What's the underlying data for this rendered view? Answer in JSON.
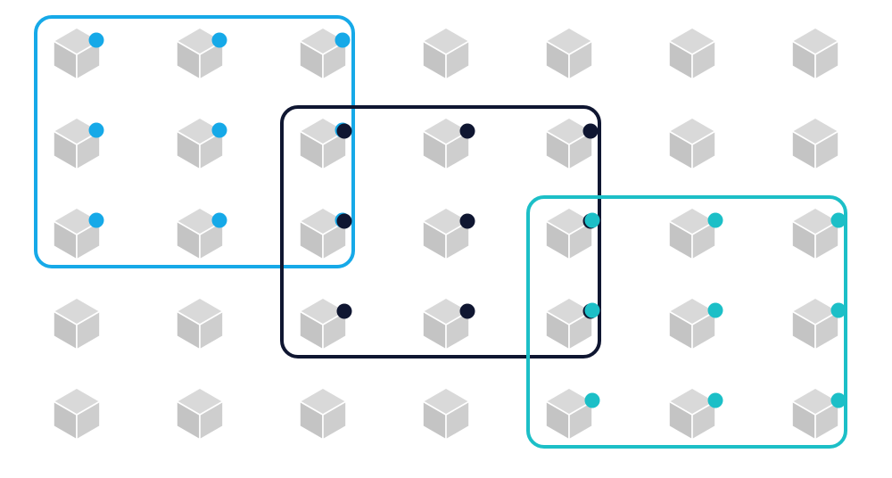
{
  "grid": {
    "columns": 7,
    "rows": 5,
    "node_icon": "cube-icon"
  },
  "colors": {
    "cube_face_top": "#d9d9d9",
    "cube_face_left": "#c4c4c4",
    "cube_face_right": "#cecece",
    "cube_edge": "#ffffff",
    "group_blue": "#16a9e8",
    "group_navy": "#0f1631",
    "group_teal": "#1cbfc7"
  },
  "groups": [
    {
      "id": "blue",
      "color_key": "group_blue",
      "col_start": 0,
      "col_end": 2,
      "row_start": 0,
      "row_end": 2
    },
    {
      "id": "navy",
      "color_key": "group_navy",
      "col_start": 2,
      "col_end": 4,
      "row_start": 1,
      "row_end": 3
    },
    {
      "id": "teal",
      "color_key": "group_teal",
      "col_start": 4,
      "col_end": 6,
      "row_start": 2,
      "row_end": 4
    }
  ]
}
